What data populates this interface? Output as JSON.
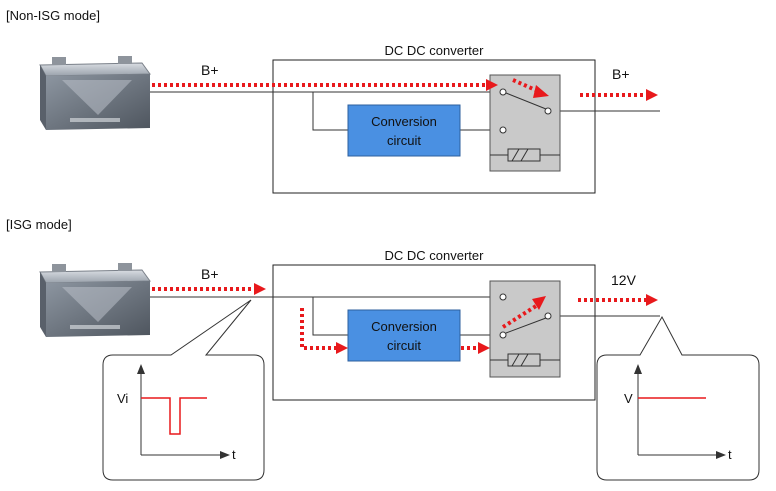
{
  "sections": {
    "non_isg": {
      "mode_label": "[Non-ISG mode]",
      "input_label": "B+",
      "converter_title": "DC DC converter",
      "conversion_line1": "Conversion",
      "conversion_line2": "circuit",
      "output_label": "B+"
    },
    "isg": {
      "mode_label": "[ISG mode]",
      "input_label": "B+",
      "converter_title": "DC DC converter",
      "conversion_line1": "Conversion",
      "conversion_line2": "circuit",
      "output_label": "12V",
      "input_graph": {
        "y_label": "Vi",
        "x_label": "t"
      },
      "output_graph": {
        "y_label": "V",
        "x_label": "t"
      }
    }
  },
  "colors": {
    "current_flow": "#e8191c",
    "conversion_fill": "#4a90e2",
    "relay_fill": "#c9c9c9",
    "signal": "#e8191c"
  }
}
